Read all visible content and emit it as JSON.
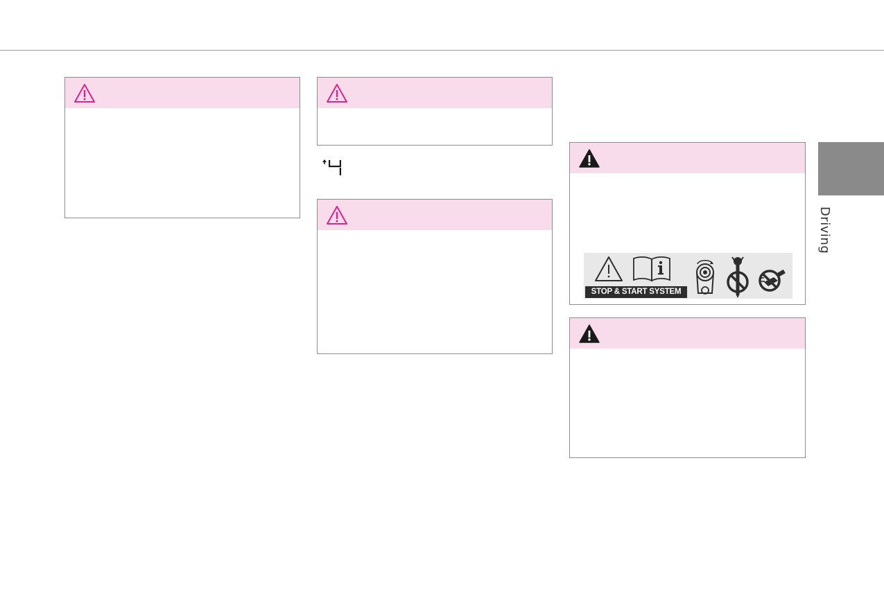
{
  "page": {
    "side_tab_label": "Driving"
  },
  "warnings": [
    {
      "id": "warning-1",
      "icon": "warning-triangle-outline-icon",
      "accent": "#e0218a"
    },
    {
      "id": "warning-2",
      "icon": "warning-triangle-outline-icon",
      "accent": "#e0218a"
    },
    {
      "id": "warning-3",
      "icon": "warning-triangle-outline-icon",
      "accent": "#e0218a"
    },
    {
      "id": "warning-4",
      "icon": "warning-triangle-filled-icon",
      "accent": "#1a1a1a"
    },
    {
      "id": "warning-5",
      "icon": "warning-triangle-filled-icon",
      "accent": "#1a1a1a"
    }
  ],
  "indicator": {
    "icon": "segment-digit-4-icon"
  },
  "system_label": {
    "caption": "STOP & START SYSTEM",
    "icons": [
      "caution-triangle-icon",
      "manual-info-icon",
      "belt-pulley-icon",
      "no-tool-icon",
      "no-spray-icon"
    ]
  },
  "colors": {
    "header_bg": "#f9dcec",
    "box_border": "#8d8d8d",
    "side_tab": "#8a8a8a",
    "label_bg": "#e8e8e8"
  }
}
